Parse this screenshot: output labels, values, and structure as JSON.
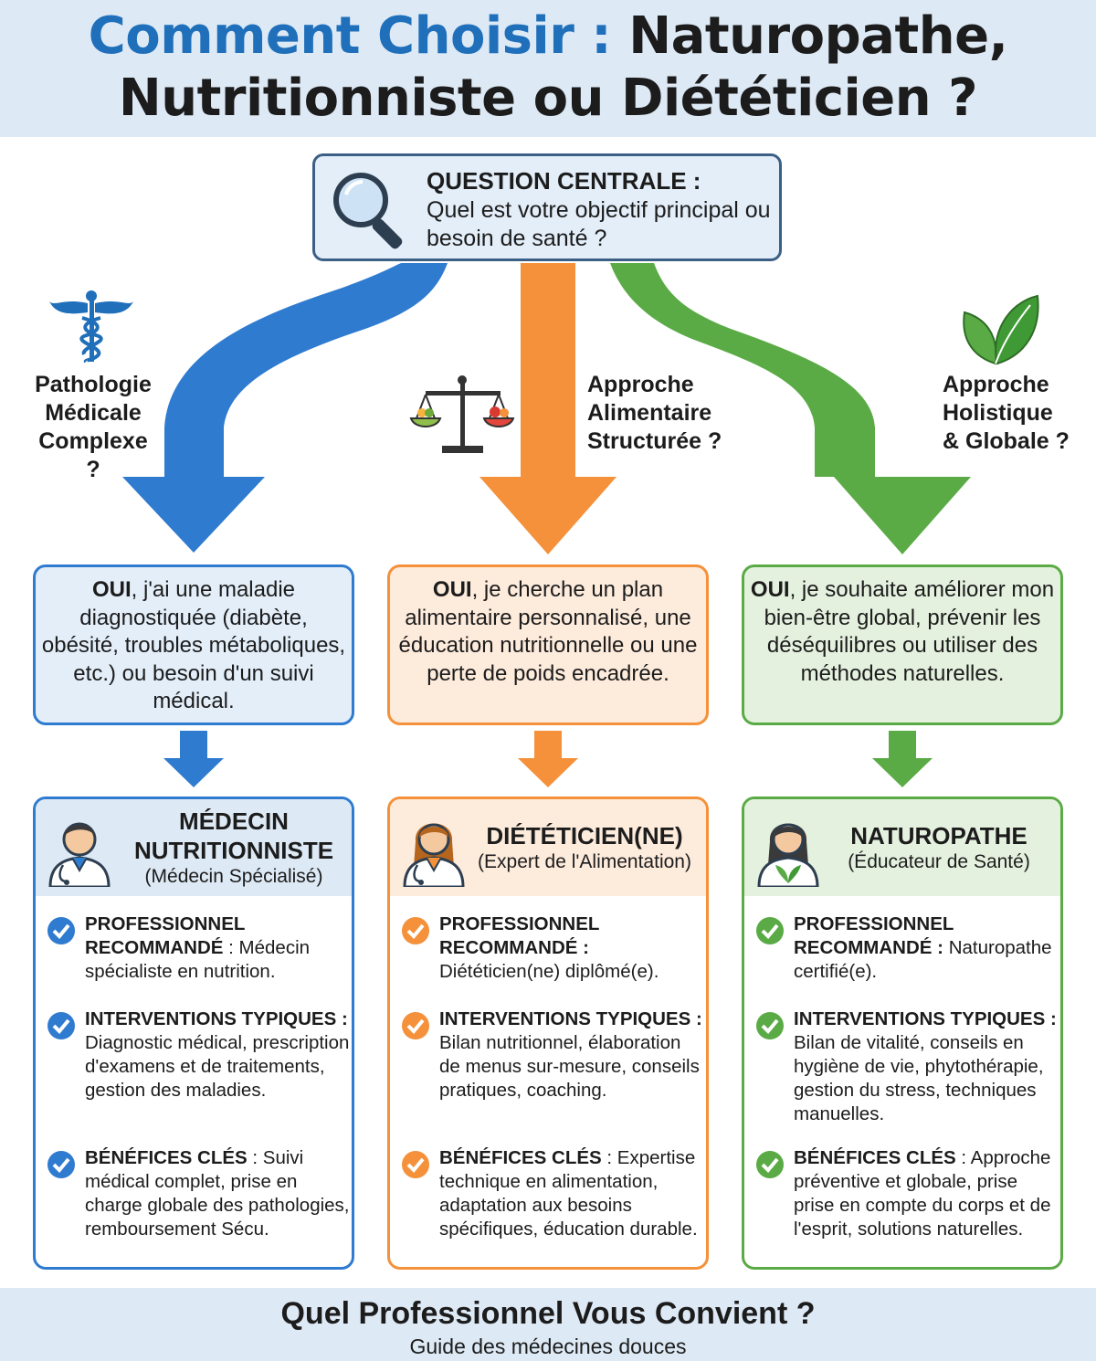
{
  "header": {
    "title_part1": "Comment Choisir :",
    "title_part2": " Naturopathe,",
    "title_line2": "Nutritionniste ou Diététicien ?"
  },
  "question": {
    "title": "QUESTION CENTRALE :",
    "text": "Quel est votre objectif principal ou besoin de santé ?",
    "icon": "magnifier-icon"
  },
  "branches": [
    {
      "label_lines": [
        "Pathologie",
        "Médicale",
        "Complexe ?"
      ],
      "icon": "caduceus-icon",
      "color": "#2f7bd0"
    },
    {
      "label_lines": [
        "Approche",
        "Alimentaire",
        "Structurée ?"
      ],
      "icon": "scale-icon",
      "color": "#f4913a"
    },
    {
      "label_lines": [
        "Approche",
        "Holistique",
        "& Globale ?"
      ],
      "icon": "leaf-icon",
      "color": "#5aab46"
    }
  ],
  "answers": [
    {
      "bold": "OUI",
      "text": ", j'ai une maladie diagnostiquée (diabète, obésité, troubles métaboliques, etc.) ou besoin d'un suivi médical."
    },
    {
      "bold": "OUI",
      "text": ", je cherche un plan alimentaire personnalisé, une éducation nutritionnelle ou une perte de poids encadrée."
    },
    {
      "bold": "OUI",
      "text": ", je souhaite améliorer mon bien-être global, prévenir les déséquilibres ou utiliser des méthodes naturelles."
    }
  ],
  "cards": [
    {
      "title_lines": [
        "MÉDECIN",
        "NUTRITIONNISTE"
      ],
      "subtitle": "(Médecin Spécialisé)",
      "items": [
        {
          "bold": "PROFESSIONNEL RECOMMANDÉ",
          "text": " : Médecin spécialiste en nutrition."
        },
        {
          "bold": "INTERVENTIONS TYPIQUES :",
          "text": " Diagnostic médical, prescription d'examens et de traitements, gestion des maladies."
        },
        {
          "bold": "BÉNÉFICES CLÉS",
          "text": " : Suivi médical complet, prise en charge globale des pathologies, remboursement Sécu."
        }
      ]
    },
    {
      "title_lines": [
        "DIÉTÉTICIEN(NE)"
      ],
      "subtitle": "(Expert de l'Alimentation)",
      "items": [
        {
          "bold": "PROFESSIONNEL RECOMMANDÉ :",
          "text": " Diététicien(ne) diplômé(e)."
        },
        {
          "bold": "INTERVENTIONS TYPIQUES :",
          "text": " Bilan nutritionnel, élaboration de menus sur-mesure, conseils pratiques, coaching."
        },
        {
          "bold": "BÉNÉFICES CLÉS",
          "text": " : Expertise technique en alimentation, adaptation aux besoins spécifiques, éducation durable."
        }
      ]
    },
    {
      "title_lines": [
        "NATUROPATHE"
      ],
      "subtitle": "(Éducateur de Santé)",
      "items": [
        {
          "bold": "PROFESSIONNEL RECOMMANDÉ :",
          "text": " Naturopathe certifié(e)."
        },
        {
          "bold": "INTERVENTIONS TYPIQUES :",
          "text": " Bilan de vitalité, conseils en hygiène de vie, phytothérapie, gestion du stress, techniques manuelles."
        },
        {
          "bold": "BÉNÉFICES CLÉS",
          "text": " : Approche préventive et globale, prise prise en compte du corps et de l'esprit, solutions naturelles."
        }
      ]
    }
  ],
  "footer": {
    "title": "Quel Professionnel Vous Convient ?",
    "subtitle": "Guide des médecines douces"
  }
}
